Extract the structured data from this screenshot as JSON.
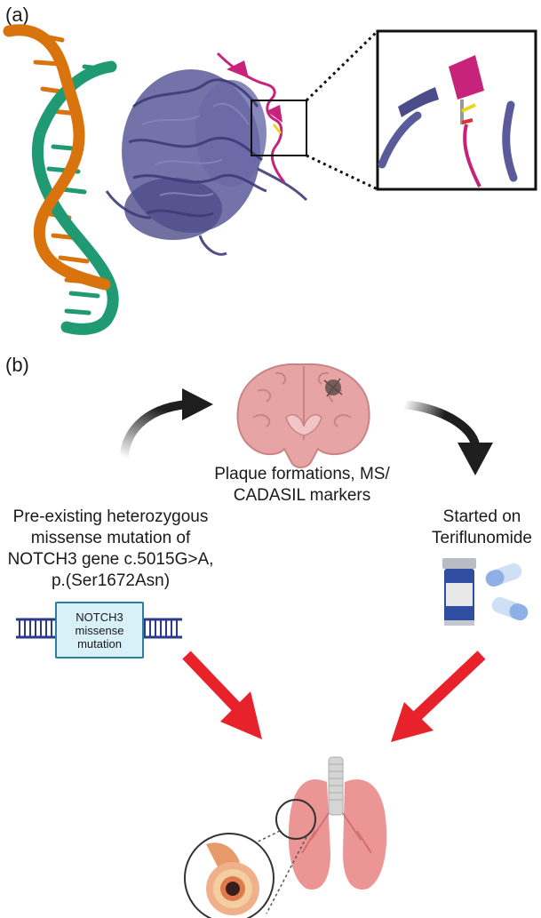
{
  "panel_a_label": "(a)",
  "panel_b_label": "(b)",
  "plaque_text_line1": "Plaque formations, MS/",
  "plaque_text_line2": "CADASIL markers",
  "mutation_text": [
    "Pre-existing heterozygous",
    "missense mutation of",
    "NOTCH3 gene c.5015G>A,",
    "p.(Ser1672Asn)"
  ],
  "teriflunomide_text": [
    "Started on",
    "Teriflunomide"
  ],
  "notch_box_lines": [
    "NOTCH3",
    "missense",
    "mutation"
  ],
  "colors": {
    "dna_orange": "#d9730d",
    "dna_green": "#1f9a72",
    "protein_purple": "#5b5a9a",
    "helix_magenta": "#c8237a",
    "arrow_red": "#e8222b",
    "arrow_black": "#1e1e1e",
    "brain_pink": "#e7a4a4",
    "lung_pink": "#ea8a8a"
  }
}
